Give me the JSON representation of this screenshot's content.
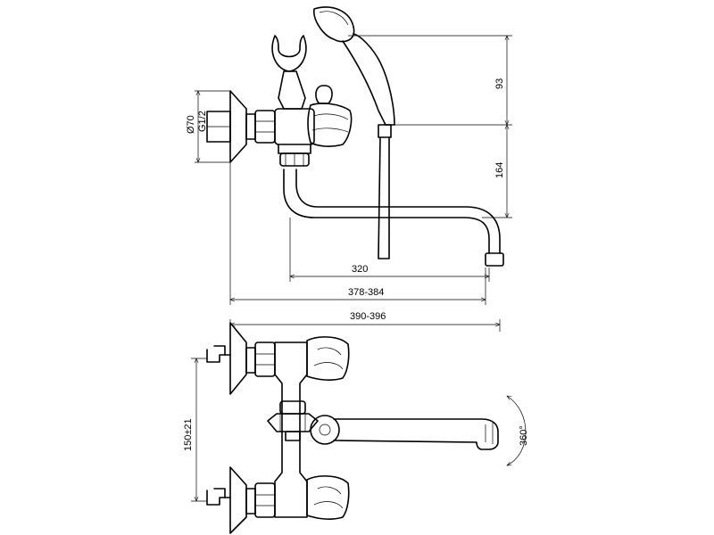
{
  "dimensions": {
    "outlet_diameter": "Ø70",
    "thread": "G1/2",
    "shower_height": "93",
    "spout_height": "164",
    "spout_reach": "320",
    "total_reach_top": "378-384",
    "total_reach_bottom": "390-396",
    "center_distance": "150±21",
    "rotation": "360°"
  }
}
